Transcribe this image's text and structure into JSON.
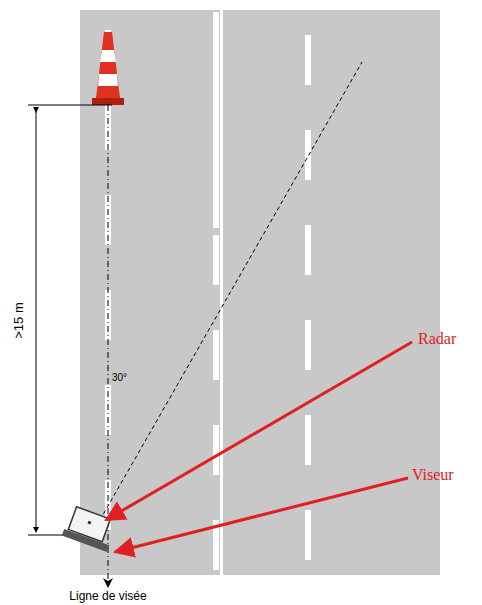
{
  "diagram": {
    "labels": [
      ">15 m",
      "30°",
      "Radar",
      "Viseur",
      "Ligne de visée"
    ]
  }
}
